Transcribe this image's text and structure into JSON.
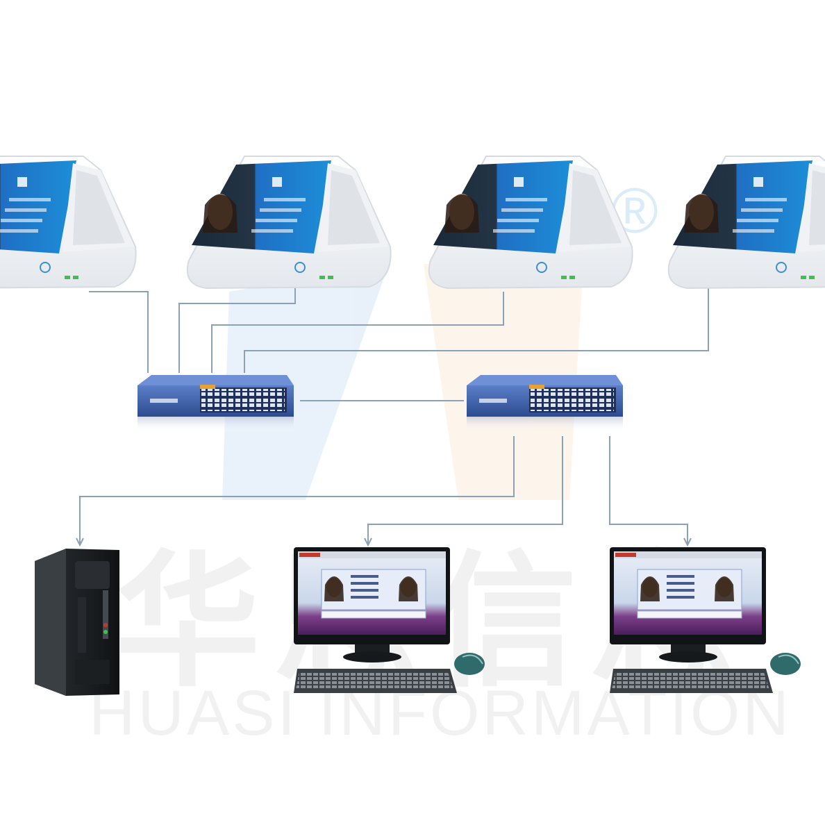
{
  "watermark": {
    "chinese": "华思信息",
    "english": "HUASI INFORMATION",
    "registered": "®"
  },
  "colors": {
    "line": "#6f8fae",
    "switch_blue": "#2d4b8f",
    "screen_blue": "#1f6fc4",
    "terminal_white": "#f4f6f8",
    "monitor_purple": "#6b2e7a"
  },
  "icons": {
    "terminal": "face-recognition-terminal",
    "switch": "network-switch",
    "server": "tower-server",
    "workstation": "desktop-pc"
  }
}
